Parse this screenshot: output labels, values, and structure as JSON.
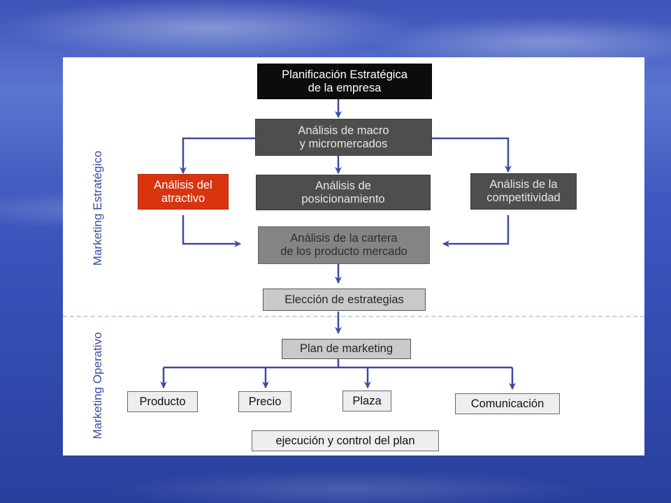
{
  "side_labels": {
    "strategic": "Marketing Estratégico",
    "operative": "Marketing Operativo"
  },
  "boxes": {
    "planificacion": "Planificación Estratégica\nde la empresa",
    "analisis_macro": "Análisis de macro\ny micromercados",
    "atractivo": "Análisis del\natractivo",
    "posicionamiento": "Análisis de\nposicionamiento",
    "competitividad": "Análisis de la\ncompetitividad",
    "cartera": "Análisis de la cartera\nde los producto mercado",
    "eleccion": "Elección de estrategias",
    "plan": "Plan de marketing",
    "producto": "Producto",
    "precio": "Precio",
    "plaza": "Plaza",
    "comunicacion": "Comunicación",
    "ejecucion": "ejecución y control del plan"
  },
  "colors": {
    "arrow": "#3c4aa2",
    "accent_red": "#d8350f",
    "dark_box": "#4e4e4e"
  }
}
